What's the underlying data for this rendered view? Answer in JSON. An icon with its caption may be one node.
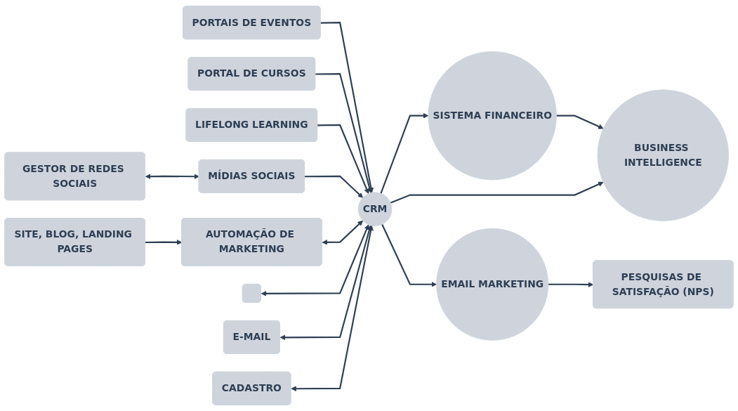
{
  "diagram": {
    "nodes": [
      {
        "text": [
          "PORTAIS DE EVENTOS"
        ]
      },
      {
        "text": [
          "PORTAL DE CURSOS"
        ]
      },
      {
        "text": [
          "LIFELONG LEARNING"
        ]
      },
      {
        "text": [
          "GESTOR DE REDES SOCIAIS"
        ]
      },
      {
        "text": [
          "MÍDIAS SOCIAIS"
        ]
      },
      {
        "text": [
          "SISTEMA FINANCEIRO"
        ]
      },
      {
        "text": [
          "CRM"
        ]
      },
      {
        "text": [
          "SITE, BLOG, LANDING PAGES"
        ]
      },
      {
        "text": [
          "AUTOMAÇÃO DE MARKETING"
        ]
      },
      {
        "text": [
          "BUSINESS INTELLIGENCE"
        ]
      },
      {
        "text": [],
        "shape": "box"
      },
      {
        "text": [
          "E-MAIL"
        ]
      },
      {
        "text": [
          "CADASTRO"
        ]
      },
      {
        "text": [
          "EMAIL MARKETING"
        ]
      },
      {
        "text": [
          "PESQUISAS DE SATISFAÇÃO (NPS)"
        ]
      }
    ],
    "edges": [
      {
        "from": 0,
        "to": 6,
        "arrow": "to"
      },
      {
        "from": 1,
        "to": 6,
        "arrow": "to"
      },
      {
        "from": 2,
        "to": 6,
        "arrow": "to"
      },
      {
        "from": 3,
        "to": 4,
        "arrow": "both"
      },
      {
        "from": 4,
        "to": 6,
        "arrow": "to"
      },
      {
        "from": 6,
        "to": 5,
        "arrow": "to"
      },
      {
        "from": 5,
        "to": 9,
        "arrow": "to"
      },
      {
        "from": 6,
        "to": 9,
        "arrow": "to"
      },
      {
        "from": 7,
        "to": 8,
        "arrow": "to"
      },
      {
        "from": 8,
        "to": 6,
        "arrow": "both"
      },
      {
        "from": 10,
        "to": 6,
        "arrow": "both"
      },
      {
        "from": 11,
        "to": 6,
        "arrow": "both"
      },
      {
        "from": 12,
        "to": 6,
        "arrow": "both"
      },
      {
        "from": 6,
        "to": 13,
        "arrow": "to"
      },
      {
        "from": 13,
        "to": 14,
        "arrow": "to"
      }
    ]
  }
}
